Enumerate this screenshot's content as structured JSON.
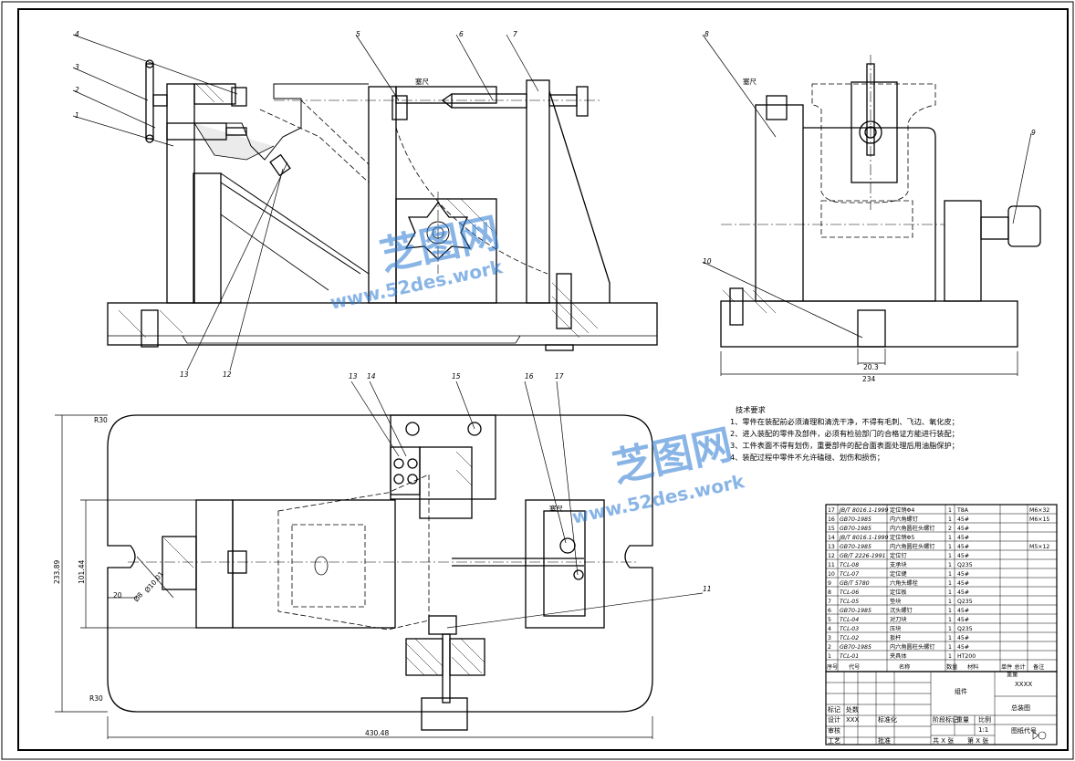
{
  "view_labels": {
    "front": [
      "4",
      "3",
      "2",
      "1",
      "5",
      "6",
      "7",
      "13",
      "12"
    ],
    "side": [
      "8",
      "9",
      "10"
    ],
    "plan": [
      "13",
      "14",
      "15",
      "16",
      "17",
      "11"
    ]
  },
  "annotations": {
    "feeler_gauge_1": "塞尺",
    "feeler_gauge_2": "塞尺",
    "feeler_gauge_3": "塞尺"
  },
  "dimensions": {
    "side_small": "20.3",
    "side_width": "234",
    "plan_height": "233.89",
    "plan_inner": "101.44",
    "plan_left": "20",
    "plan_d1": "Ø10.01",
    "plan_d2": "Ø8",
    "plan_width": "430.48",
    "radius_top": "R30",
    "radius_bottom": "R30"
  },
  "requirements": {
    "title": "技术要求",
    "items": [
      "1、零件在装配前必须清理和清洗干净，不得有毛刺、飞边、氧化皮；",
      "2、进入装配的零件及部件，必须有检验部门的合格证方能进行装配；",
      "3、工件表面不得有划伤，重要部件的配合面表面处理后用油脂保护；",
      "4、装配过程中零件不允许磕碰、划伤和损伤；"
    ]
  },
  "watermark": {
    "logo": "芝图网",
    "site": "www.52des.work"
  },
  "bom": {
    "rows": [
      [
        "17",
        "JB/T 8016.1-1999",
        "定位销Φ4",
        "1",
        "T8A",
        "M6×32"
      ],
      [
        "16",
        "GB70-1985",
        "内六角螺钉",
        "1",
        "45#",
        "M6×15"
      ],
      [
        "15",
        "GB70-1985",
        "内六角圆柱头螺钉",
        "2",
        "45#",
        ""
      ],
      [
        "14",
        "JB/T 8016.1-1999",
        "定位销Φ5",
        "1",
        "45#",
        ""
      ],
      [
        "13",
        "GB70-1985",
        "内六角圆柱头螺钉",
        "1",
        "45#",
        "M5×12"
      ],
      [
        "12",
        "GB/T 2226-1991",
        "定位钉",
        "1",
        "45#",
        ""
      ],
      [
        "11",
        "TCL-08",
        "支承块",
        "1",
        "Q235",
        ""
      ],
      [
        "10",
        "TCL-07",
        "定位键",
        "1",
        "45#",
        ""
      ],
      [
        "9",
        "GB/T 5780",
        "六角头螺栓",
        "1",
        "45#",
        ""
      ],
      [
        "8",
        "TCL-06",
        "定位板",
        "1",
        "45#",
        ""
      ],
      [
        "7",
        "TCL-05",
        "垫块",
        "1",
        "Q235",
        ""
      ],
      [
        "6",
        "GB70-1985",
        "沉头螺钉",
        "1",
        "45#",
        ""
      ],
      [
        "5",
        "TCL-04",
        "对刀块",
        "1",
        "45#",
        ""
      ],
      [
        "4",
        "TCL-03",
        "压块",
        "1",
        "Q235",
        ""
      ],
      [
        "3",
        "TCL-02",
        "扳杆",
        "1",
        "45#",
        ""
      ],
      [
        "2",
        "GB70-1985",
        "内六角圆柱头螺钉",
        "1",
        "45#",
        ""
      ],
      [
        "1",
        "TCL-01",
        "夹具体",
        "1",
        "HT200",
        ""
      ]
    ],
    "header": [
      "序号",
      "代号",
      "名称",
      "数量",
      "材料",
      "单件 总计",
      "备注"
    ],
    "header_sub": "重量"
  },
  "title_block": {
    "part_name": "XXXX",
    "drawing_type": "总装图",
    "group": "组件",
    "scale_label": "比例",
    "scale": "1:1",
    "weight_label": "重量",
    "stage_label": "阶段标记",
    "drawing_no_label": "图纸代号",
    "designer_label": "设计",
    "designer": "XXX",
    "std_label": "标准化",
    "check_label": "审核",
    "process_label": "工艺",
    "approve_label": "批准",
    "mark_label": "标记",
    "count_label": "处数",
    "sheet_total": "共 X 张",
    "sheet_no": "第 X 张"
  }
}
